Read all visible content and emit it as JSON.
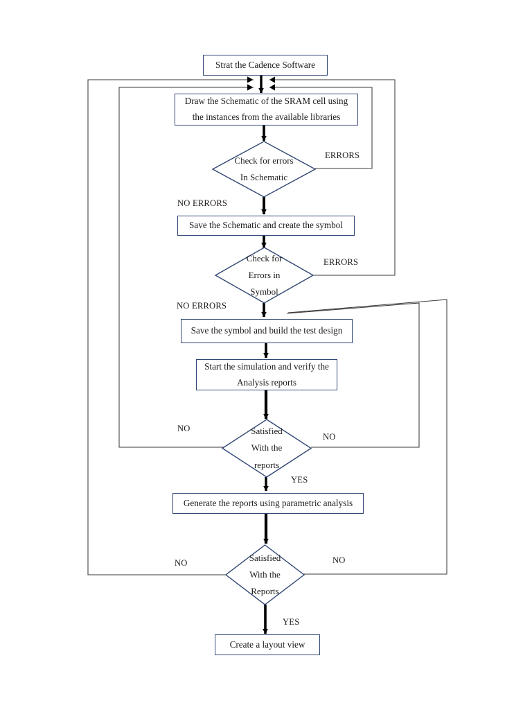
{
  "diagram": {
    "title": "SRAM cell design flow using Cadence",
    "colors": {
      "box_border": "#2f4573",
      "diamond_border": "#2f4573",
      "wire": "#3a3a3a",
      "arrow": "#000000",
      "text": "#1c1c1c",
      "background": "#ffffff"
    }
  },
  "nodes": {
    "start": {
      "label": "Strat the Cadence Software",
      "shape": "process"
    },
    "draw_schematic": {
      "label": "Draw the Schematic of the SRAM cell using\nthe instances from the available libraries",
      "shape": "process"
    },
    "check_schematic": {
      "label": "Check for errors\nIn Schematic",
      "shape": "decision"
    },
    "save_schematic": {
      "label": "Save the Schematic and create the symbol",
      "shape": "process"
    },
    "check_symbol": {
      "label": "Check for\nErrors in\nSymbol",
      "shape": "decision"
    },
    "save_symbol": {
      "label": "Save the symbol and build the test design",
      "shape": "process"
    },
    "start_simulation": {
      "label": "Start the simulation and verify the\nAnalysis reports",
      "shape": "process"
    },
    "satisfied_reports": {
      "label": "Satisfied\nWith the\nreports",
      "shape": "decision"
    },
    "generate_reports": {
      "label": "Generate the reports using parametric analysis",
      "shape": "process"
    },
    "satisfied_reports2": {
      "label": "Satisfied\nWith the\nReports",
      "shape": "decision"
    },
    "create_layout": {
      "label": "Create a layout view",
      "shape": "process"
    }
  },
  "edge_labels": {
    "errors_schematic": "ERRORS",
    "no_errors_schematic": "NO ERRORS",
    "errors_symbol": "ERRORS",
    "no_errors_symbol": "NO ERRORS",
    "no_reports_left": "NO",
    "no_reports_right": "NO",
    "yes_reports": "YES",
    "no_reports2_left": "NO",
    "no_reports2_right": "NO",
    "yes_reports2": "YES"
  }
}
